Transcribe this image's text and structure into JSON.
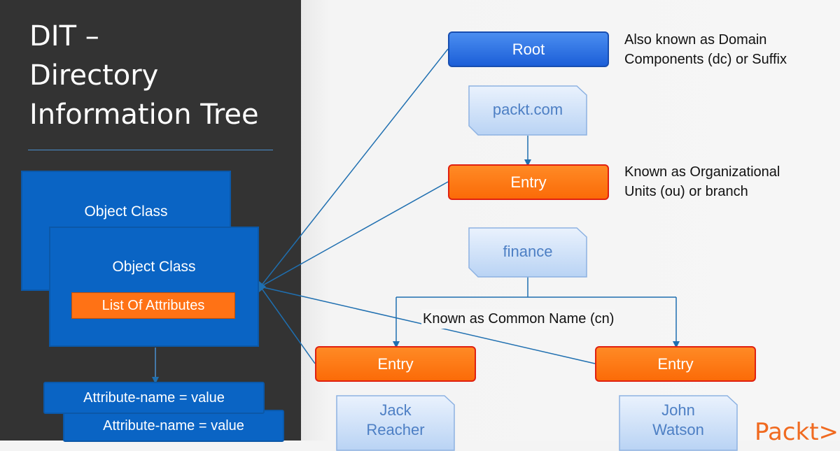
{
  "title": {
    "line1": "DIT –",
    "line2": "Directory",
    "line3": "Information Tree"
  },
  "left": {
    "object_class_back": "Object Class",
    "object_class_front": "Object Class",
    "list_of_attributes": "List Of Attributes",
    "attribute_1": "Attribute-name = value",
    "attribute_2": "Attribute-name = value"
  },
  "tree": {
    "root": "Root",
    "root_note": [
      "Also known as Domain",
      "Components (dc) or Suffix"
    ],
    "domain_tag": "packt.com",
    "entry_mid": "Entry",
    "entry_note": [
      "Known as Organizational",
      "Units (ou) or branch"
    ],
    "ou_tag": "finance",
    "cn_note": "Known as Common Name (cn)",
    "entry_left": "Entry",
    "entry_right": "Entry",
    "person_left": [
      "Jack",
      "Reacher"
    ],
    "person_right": [
      "John",
      "Watson"
    ]
  },
  "logo": "Packt>",
  "colors": {
    "blue": "#0a64c4",
    "orange": "#ff7215",
    "root_blue": "#2a6ee0",
    "tag_blue": "#4d7fc4"
  }
}
